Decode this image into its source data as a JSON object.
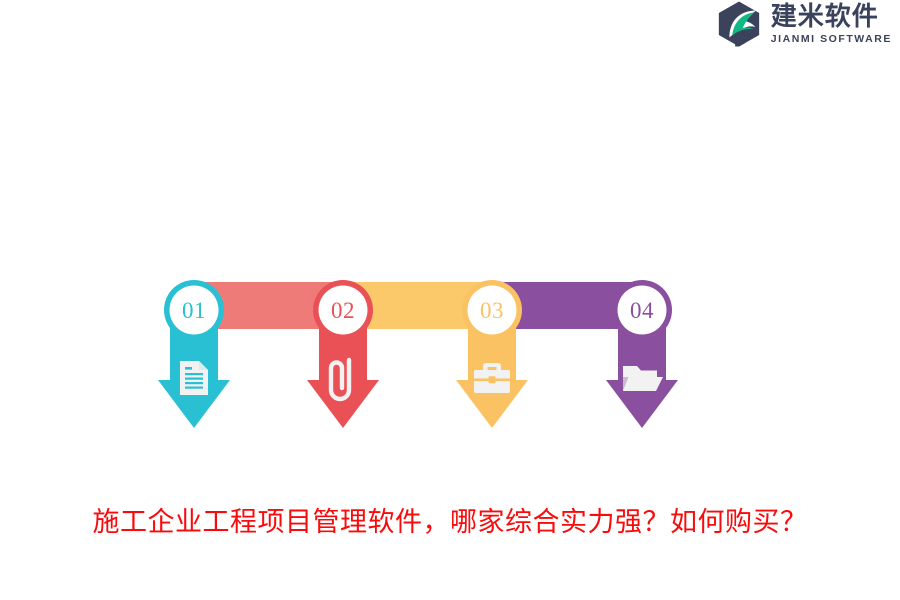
{
  "brand": {
    "icon": "hexagon-leaf-logo-icon",
    "name_cn": "建米软件",
    "name_en": "JIANMI SOFTWARE",
    "mark_color": "#3b435c",
    "leaf_color": "#12b886"
  },
  "infographic": {
    "type": "4-step-arrow-process",
    "steps": [
      {
        "number": "01",
        "color": "#29c0d4",
        "bar_color": "#ef7b78",
        "icon": "document-icon"
      },
      {
        "number": "02",
        "color": "#ea5157",
        "bar_color": "#fbc86a",
        "icon": "paperclip-icon"
      },
      {
        "number": "03",
        "color": "#fbc264",
        "bar_color": "#8a4f9e",
        "icon": "briefcase-icon"
      },
      {
        "number": "04",
        "color": "#8a4f9e",
        "bar_color": "",
        "icon": "folder-icon"
      }
    ]
  },
  "headline": {
    "text": "施工企业工程项目管理软件，哪家综合实力强？如何购买？",
    "color": "#fa0b0b"
  }
}
